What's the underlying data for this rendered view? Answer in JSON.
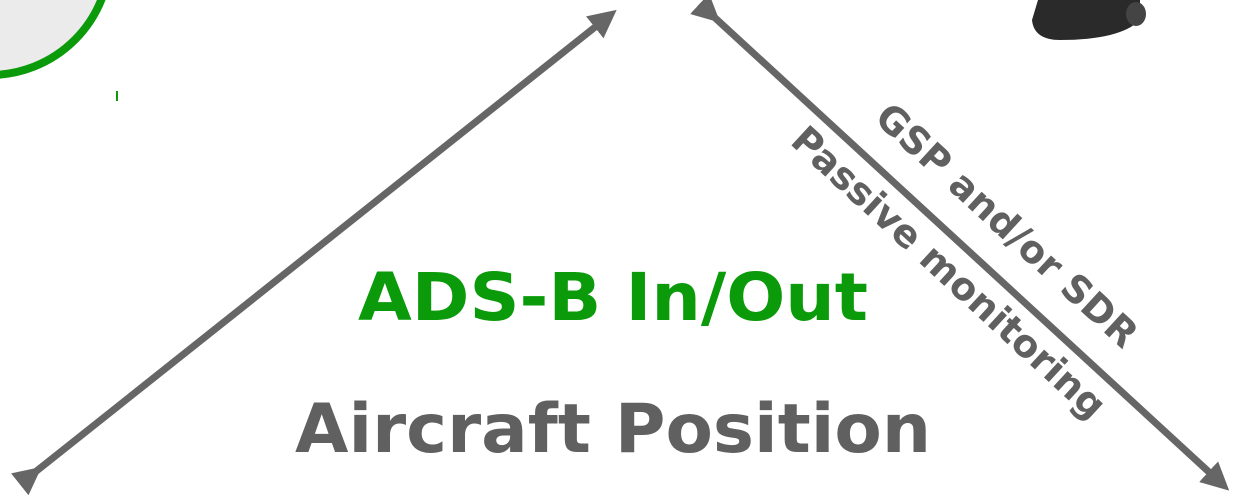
{
  "colors": {
    "accent_green": "#0a9a0a",
    "arrow_gray": "#666666",
    "text_gray": "#606060",
    "device_dark": "#2a2a2a",
    "node_fill": "#ebebeb"
  },
  "labels": {
    "ads_b": "ADS-B In/Out",
    "aircraft_position": "Aircraft Position",
    "gsp_sdr": "GSP and/or SDR",
    "passive_monitoring": "Passive monitoring"
  },
  "icons": {
    "top_left_node": "circle-node-icon",
    "top_right_device": "antenna-device-icon"
  }
}
